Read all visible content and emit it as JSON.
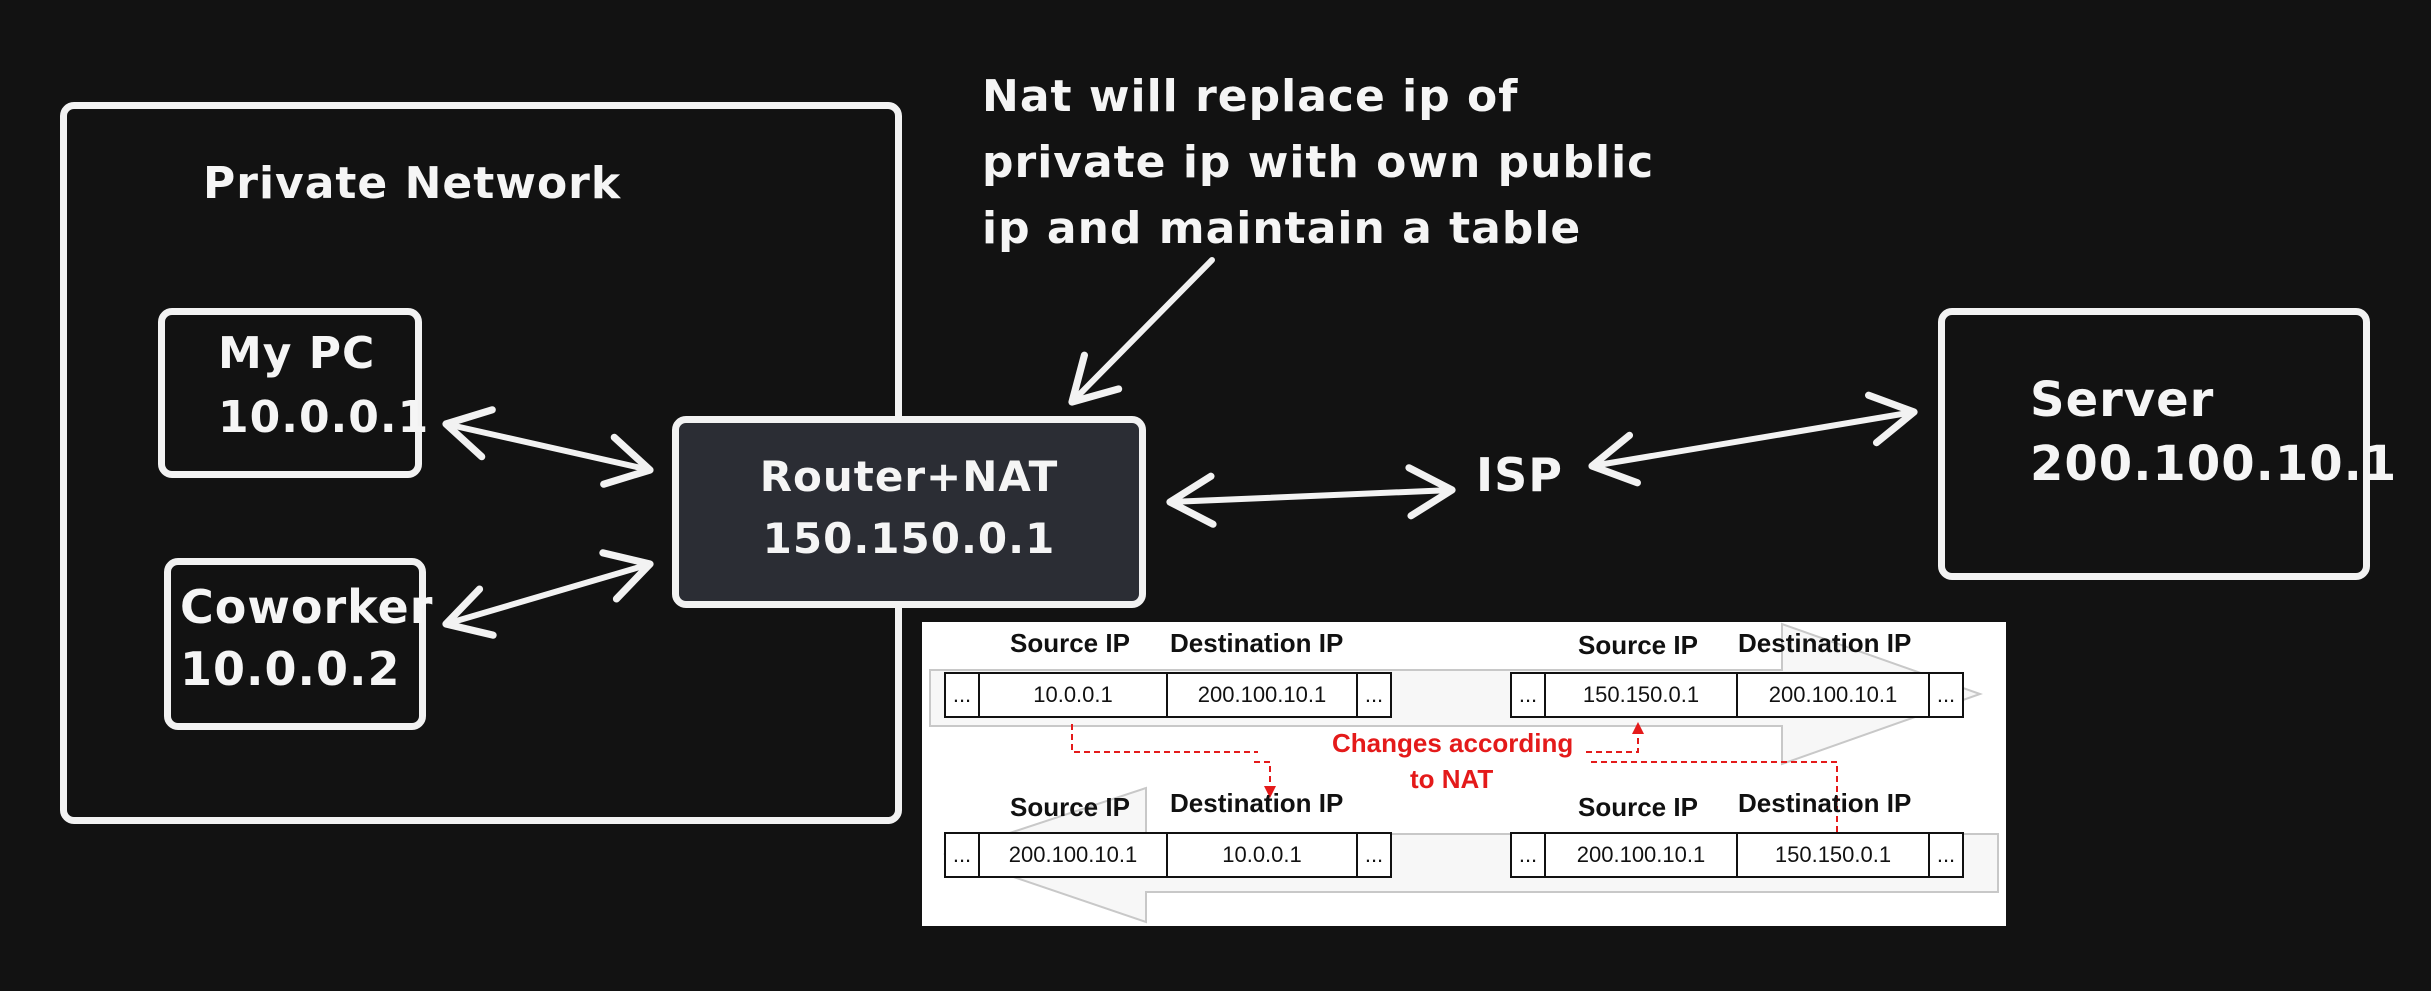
{
  "private_network": {
    "label": "Private Network"
  },
  "my_pc": {
    "name": "My PC",
    "ip": "10.0.0.1"
  },
  "coworker": {
    "name": "Coworker",
    "ip": "10.0.0.2"
  },
  "router": {
    "name": "Router+NAT",
    "ip": "150.150.0.1"
  },
  "isp": {
    "label": "ISP"
  },
  "server": {
    "name": "Server",
    "ip": "200.100.10.1"
  },
  "note": {
    "text": "Nat will replace ip of\nprivate ip with own public\nip and maintain a table"
  },
  "nat_table": {
    "source_header": "Source IP",
    "dest_header": "Destination IP",
    "ellipsis": "...",
    "changes_line1": "Changes according",
    "changes_line2": "to NAT",
    "outbound_private": {
      "source": "10.0.0.1",
      "dest": "200.100.10.1"
    },
    "outbound_public": {
      "source": "150.150.0.1",
      "dest": "200.100.10.1"
    },
    "inbound_private": {
      "source": "200.100.10.1",
      "dest": "10.0.0.1"
    },
    "inbound_public": {
      "source": "200.100.10.1",
      "dest": "150.150.0.1"
    },
    "change_color": "#e41a1a"
  },
  "colors": {
    "background": "#121212",
    "stroke": "#f2f2f2",
    "router_fill": "#2b2d34"
  }
}
